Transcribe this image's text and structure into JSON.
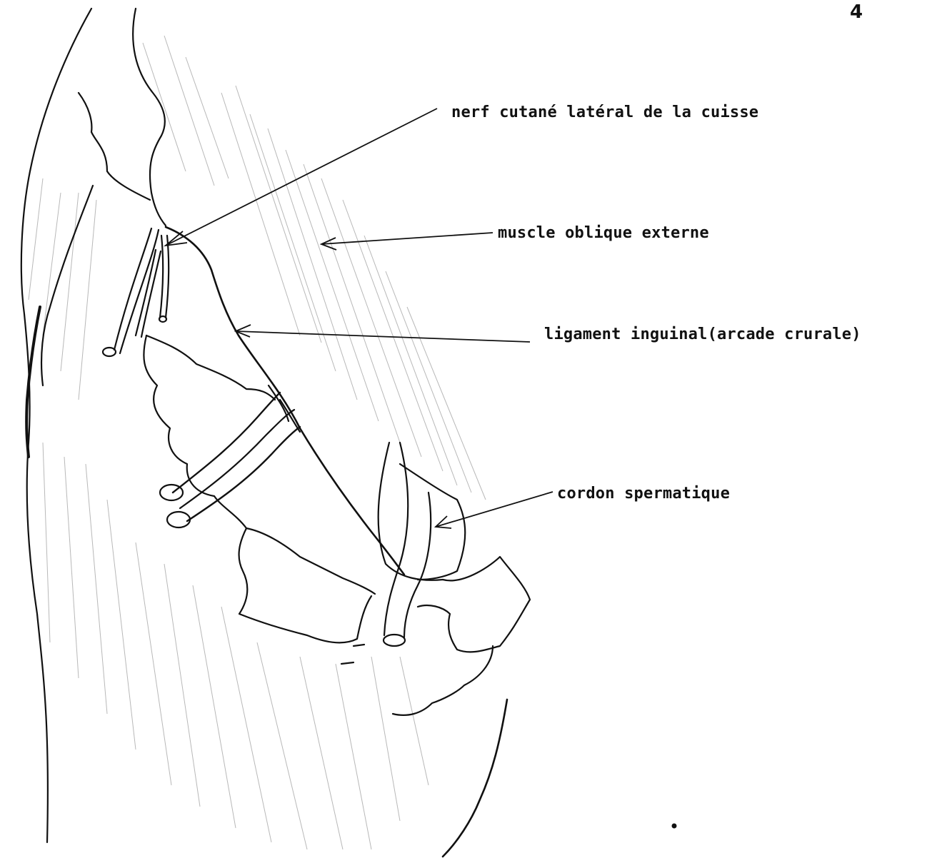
{
  "page_number": "4",
  "labels": {
    "nerve": "nerf cutané latéral de la cuisse",
    "muscle": "muscle oblique externe",
    "ligament": "ligament inguinal(arcade crurale)",
    "cord": "cordon spermatique"
  },
  "ink_color": "#111111"
}
